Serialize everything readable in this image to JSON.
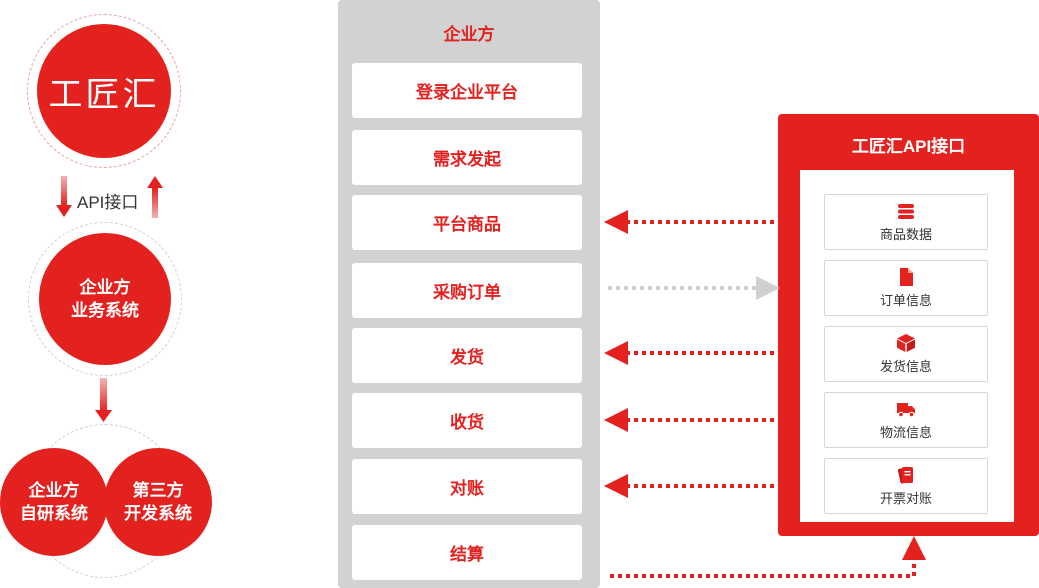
{
  "colors": {
    "brand_red": "#e3211f",
    "panel_gray": "#d2d2d2",
    "arrow_gray": "#d0d0d0"
  },
  "left": {
    "logo_text": "工匠汇",
    "api_label": "API接口",
    "enterprise_business_system": "企业方\n业务系统",
    "enterprise_self_dev_system": "企业方\n自研系统",
    "third_party_dev_system": "第三方\n开发系统"
  },
  "middle": {
    "title": "企业方",
    "steps": [
      {
        "label": "登录企业平台"
      },
      {
        "label": "需求发起"
      },
      {
        "label": "平台商品"
      },
      {
        "label": "采购订单"
      },
      {
        "label": "发货"
      },
      {
        "label": "收货"
      },
      {
        "label": "对账"
      },
      {
        "label": "结算"
      }
    ]
  },
  "right": {
    "title": "工匠汇API接口",
    "cards": [
      {
        "label": "商品数据",
        "icon": "stack-icon"
      },
      {
        "label": "订单信息",
        "icon": "document-icon"
      },
      {
        "label": "发货信息",
        "icon": "box-icon"
      },
      {
        "label": "物流信息",
        "icon": "truck-icon"
      },
      {
        "label": "开票对账",
        "icon": "invoice-icon"
      }
    ]
  }
}
